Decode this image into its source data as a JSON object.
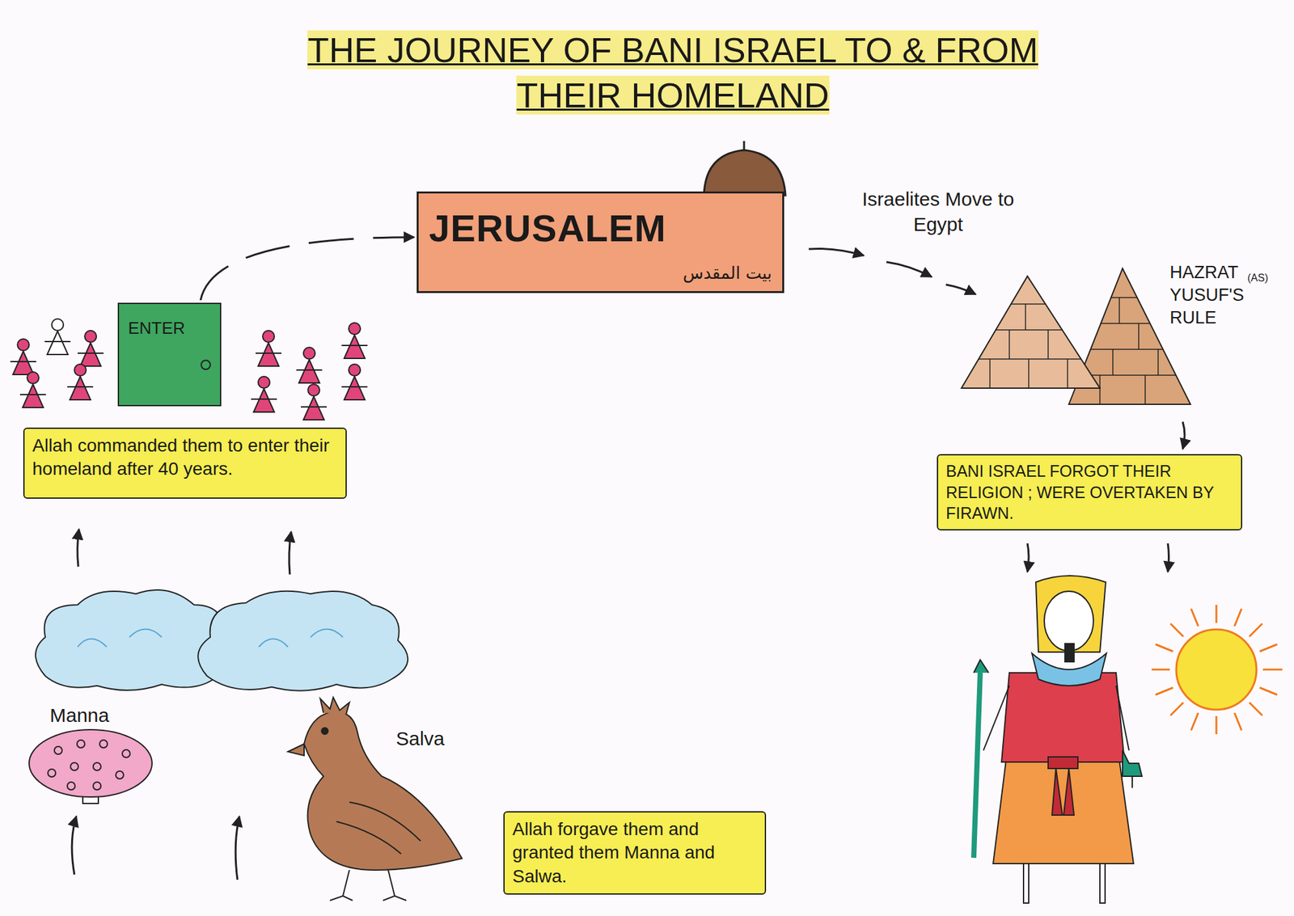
{
  "diagram": {
    "title": "THE JOURNEY OF BANI ISRAEL TO & FROM THEIR HOMELAND",
    "nodes": [
      {
        "text": [
          "JERUSALEM",
          "بيت المقدس"
        ]
      },
      {
        "text": [
          "ENTER"
        ]
      },
      {
        "text": [
          "Allah commanded them to enter their homeland after 40 years."
        ]
      },
      {
        "text": [
          "BANI ISRAEL FORGOT THEIR RELIGION ; WERE OVERTAKEN BY FIRAWN."
        ]
      },
      {
        "text": [
          "Allah forgave them and granted them Manna and Salwa."
        ]
      }
    ],
    "edges": [
      {
        "from": 1,
        "to": 0,
        "arrow": "to"
      }
    ],
    "labels": [
      "Israelites Move to Egypt",
      "HAZRAT YUSUF'S RULE",
      "(AS)",
      "Manna",
      "Salva"
    ]
  }
}
